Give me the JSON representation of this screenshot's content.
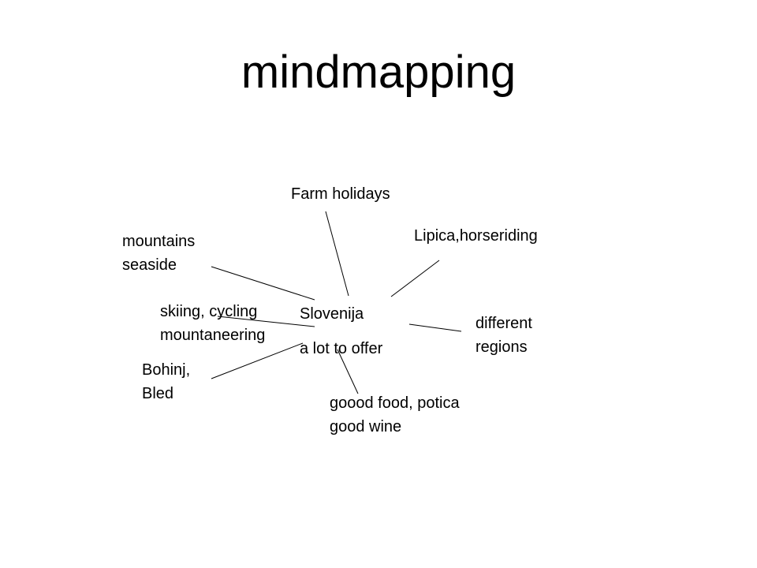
{
  "slide": {
    "title": "mindmapping"
  },
  "mindmap": {
    "center": {
      "line1": "Slovenija",
      "line2": "a lot to offer"
    },
    "nodes": {
      "farm": {
        "line1": "Farm holidays"
      },
      "lipica": {
        "line1": "Lipica,horseriding"
      },
      "mountains": {
        "line1": "mountains",
        "line2": "seaside"
      },
      "skiing": {
        "line1": "skiing, cycling",
        "line2": "mountaneering"
      },
      "regions": {
        "line1": "different",
        "line2": "regions"
      },
      "bohinj": {
        "line1": "Bohinj,",
        "line2": "Bled"
      },
      "food": {
        "line1": "goood food, potica",
        "line2": "good wine"
      }
    }
  }
}
